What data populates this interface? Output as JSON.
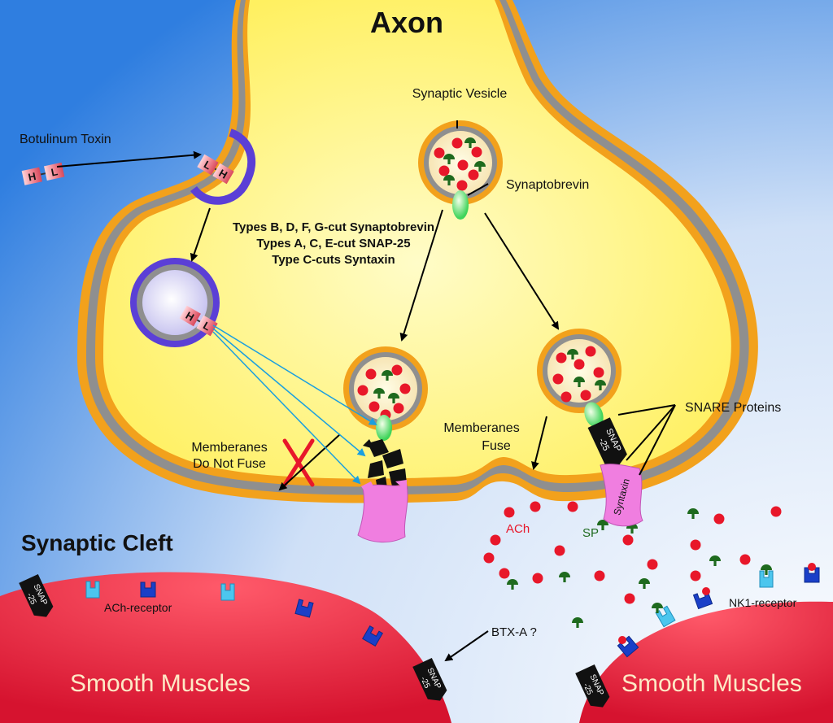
{
  "labels": {
    "axon": "Axon",
    "synaptic_vesicle": "Synaptic Vesicle",
    "botulinum_toxin": "Botulinum Toxin",
    "synaptobrevin": "Synaptobrevin",
    "types_line1": "Types B, D, F, G-cut Synaptobrevin",
    "types_line2": "Types A, C, E-cut SNAP-25",
    "types_line3": "Type C-cuts Syntaxin",
    "snare_proteins": "SNARE Proteins",
    "membranes_no_fuse_1": "Memberanes",
    "membranes_no_fuse_2": "Do Not Fuse",
    "membranes_fuse_1": "Memberanes",
    "membranes_fuse_2": "Fuse",
    "synaptic_cleft": "Synaptic Cleft",
    "ach_receptor": "ACh-receptor",
    "ach": "ACh",
    "sp": "SP",
    "nk1_receptor": "NK1-receptor",
    "btx_a": "BTX-A ?",
    "smooth_muscles_left": "Smooth Muscles",
    "smooth_muscles_right": "Smooth Muscles",
    "syntaxin": "Syntaxin",
    "snap25": "SNAP\n-25",
    "toxin_h": "H",
    "toxin_l": "L"
  },
  "colors": {
    "axon_fill": "#fff47a",
    "membrane_orange": "#f2a11c",
    "membrane_gray": "#8f8f8f",
    "bg_blue": "#2a7be0",
    "muscle_red": "#e5233e",
    "ach_red": "#e8172a",
    "sp_green": "#1e6a1e",
    "toxin_purple": "#5b3fd6",
    "syntaxin_pink": "#f07ee0",
    "receptor_blue": "#1a3fc8",
    "receptor_cyan": "#4cc6ee"
  }
}
